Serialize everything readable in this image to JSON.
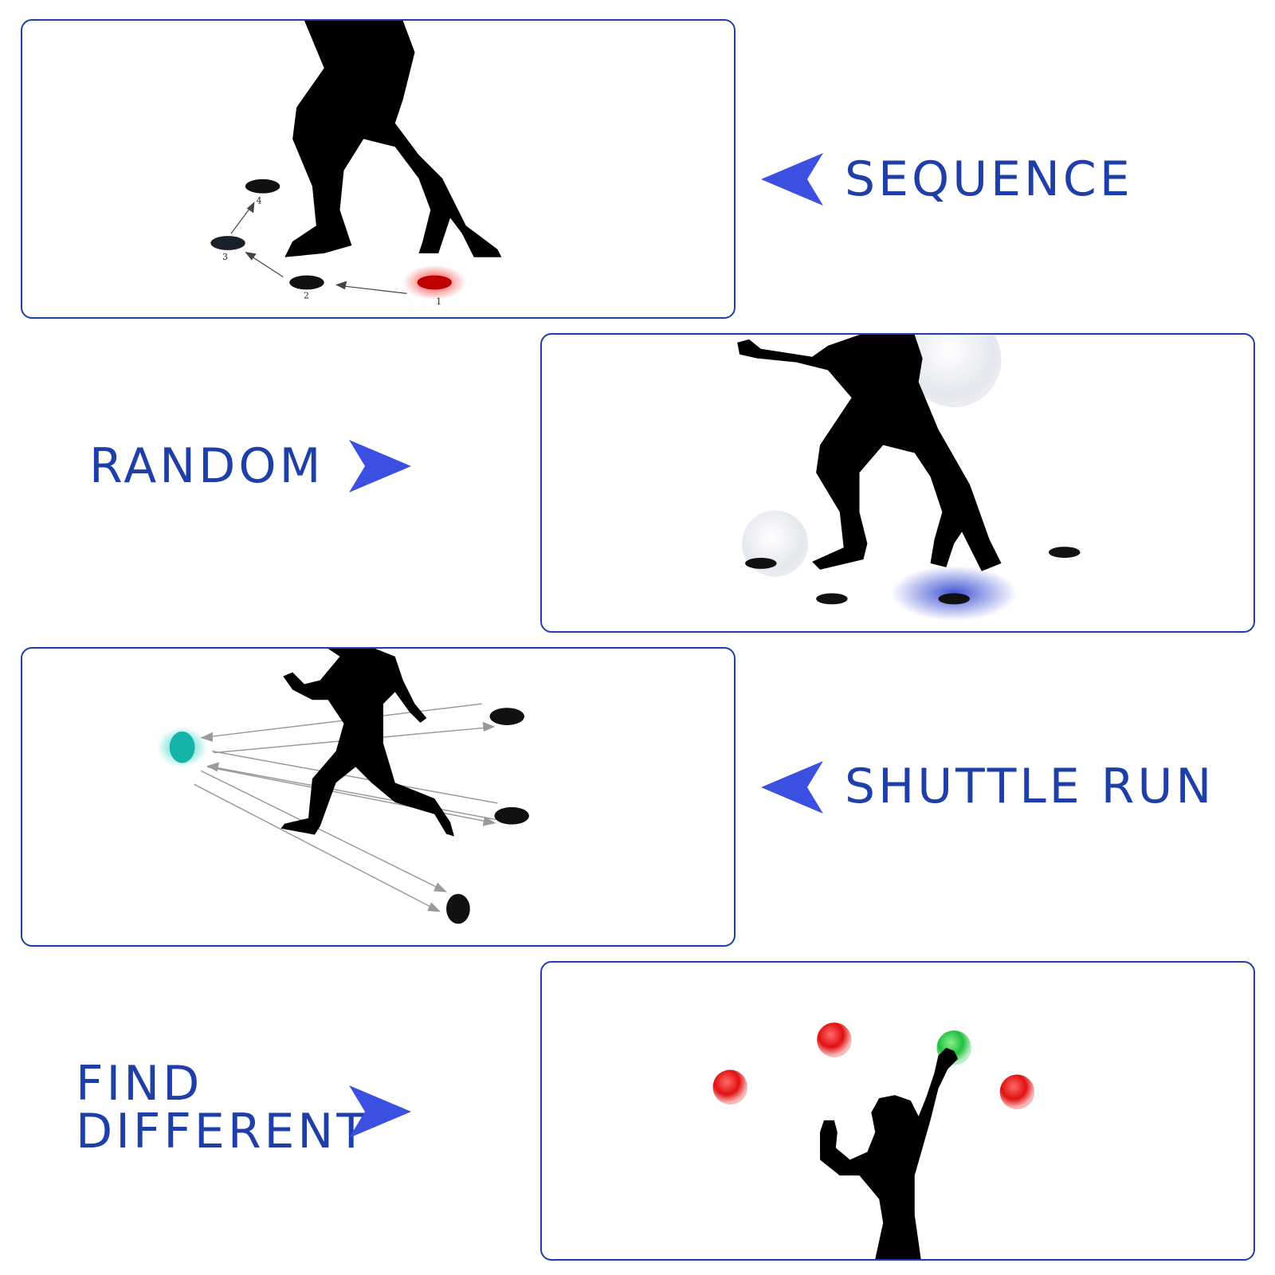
{
  "modes": [
    {
      "label": "SEQUENCE",
      "arrow": "left-pointing-arrow-icon",
      "scene": "disc sequence 1-2-3-4"
    },
    {
      "label": "RANDOM",
      "arrow": "right-pointing-arrow-icon"
    },
    {
      "label": "SHUTTLE RUN",
      "arrow": "left-pointing-arrow-icon"
    },
    {
      "label_line1": "FIND",
      "label_line2": "DIFFERENT",
      "arrow": "right-pointing-arrow-icon"
    }
  ],
  "sequence_numbers": [
    "1",
    "2",
    "3",
    "4"
  ],
  "colors": {
    "label_blue": "#1f3fa8",
    "arrow_blue": "#3b4fe0",
    "panel_border": "#1f3fa8",
    "light_red": "#e01010",
    "light_blue": "#2a3fd0",
    "light_cyan": "#20d0c0",
    "light_green": "#20c040"
  }
}
